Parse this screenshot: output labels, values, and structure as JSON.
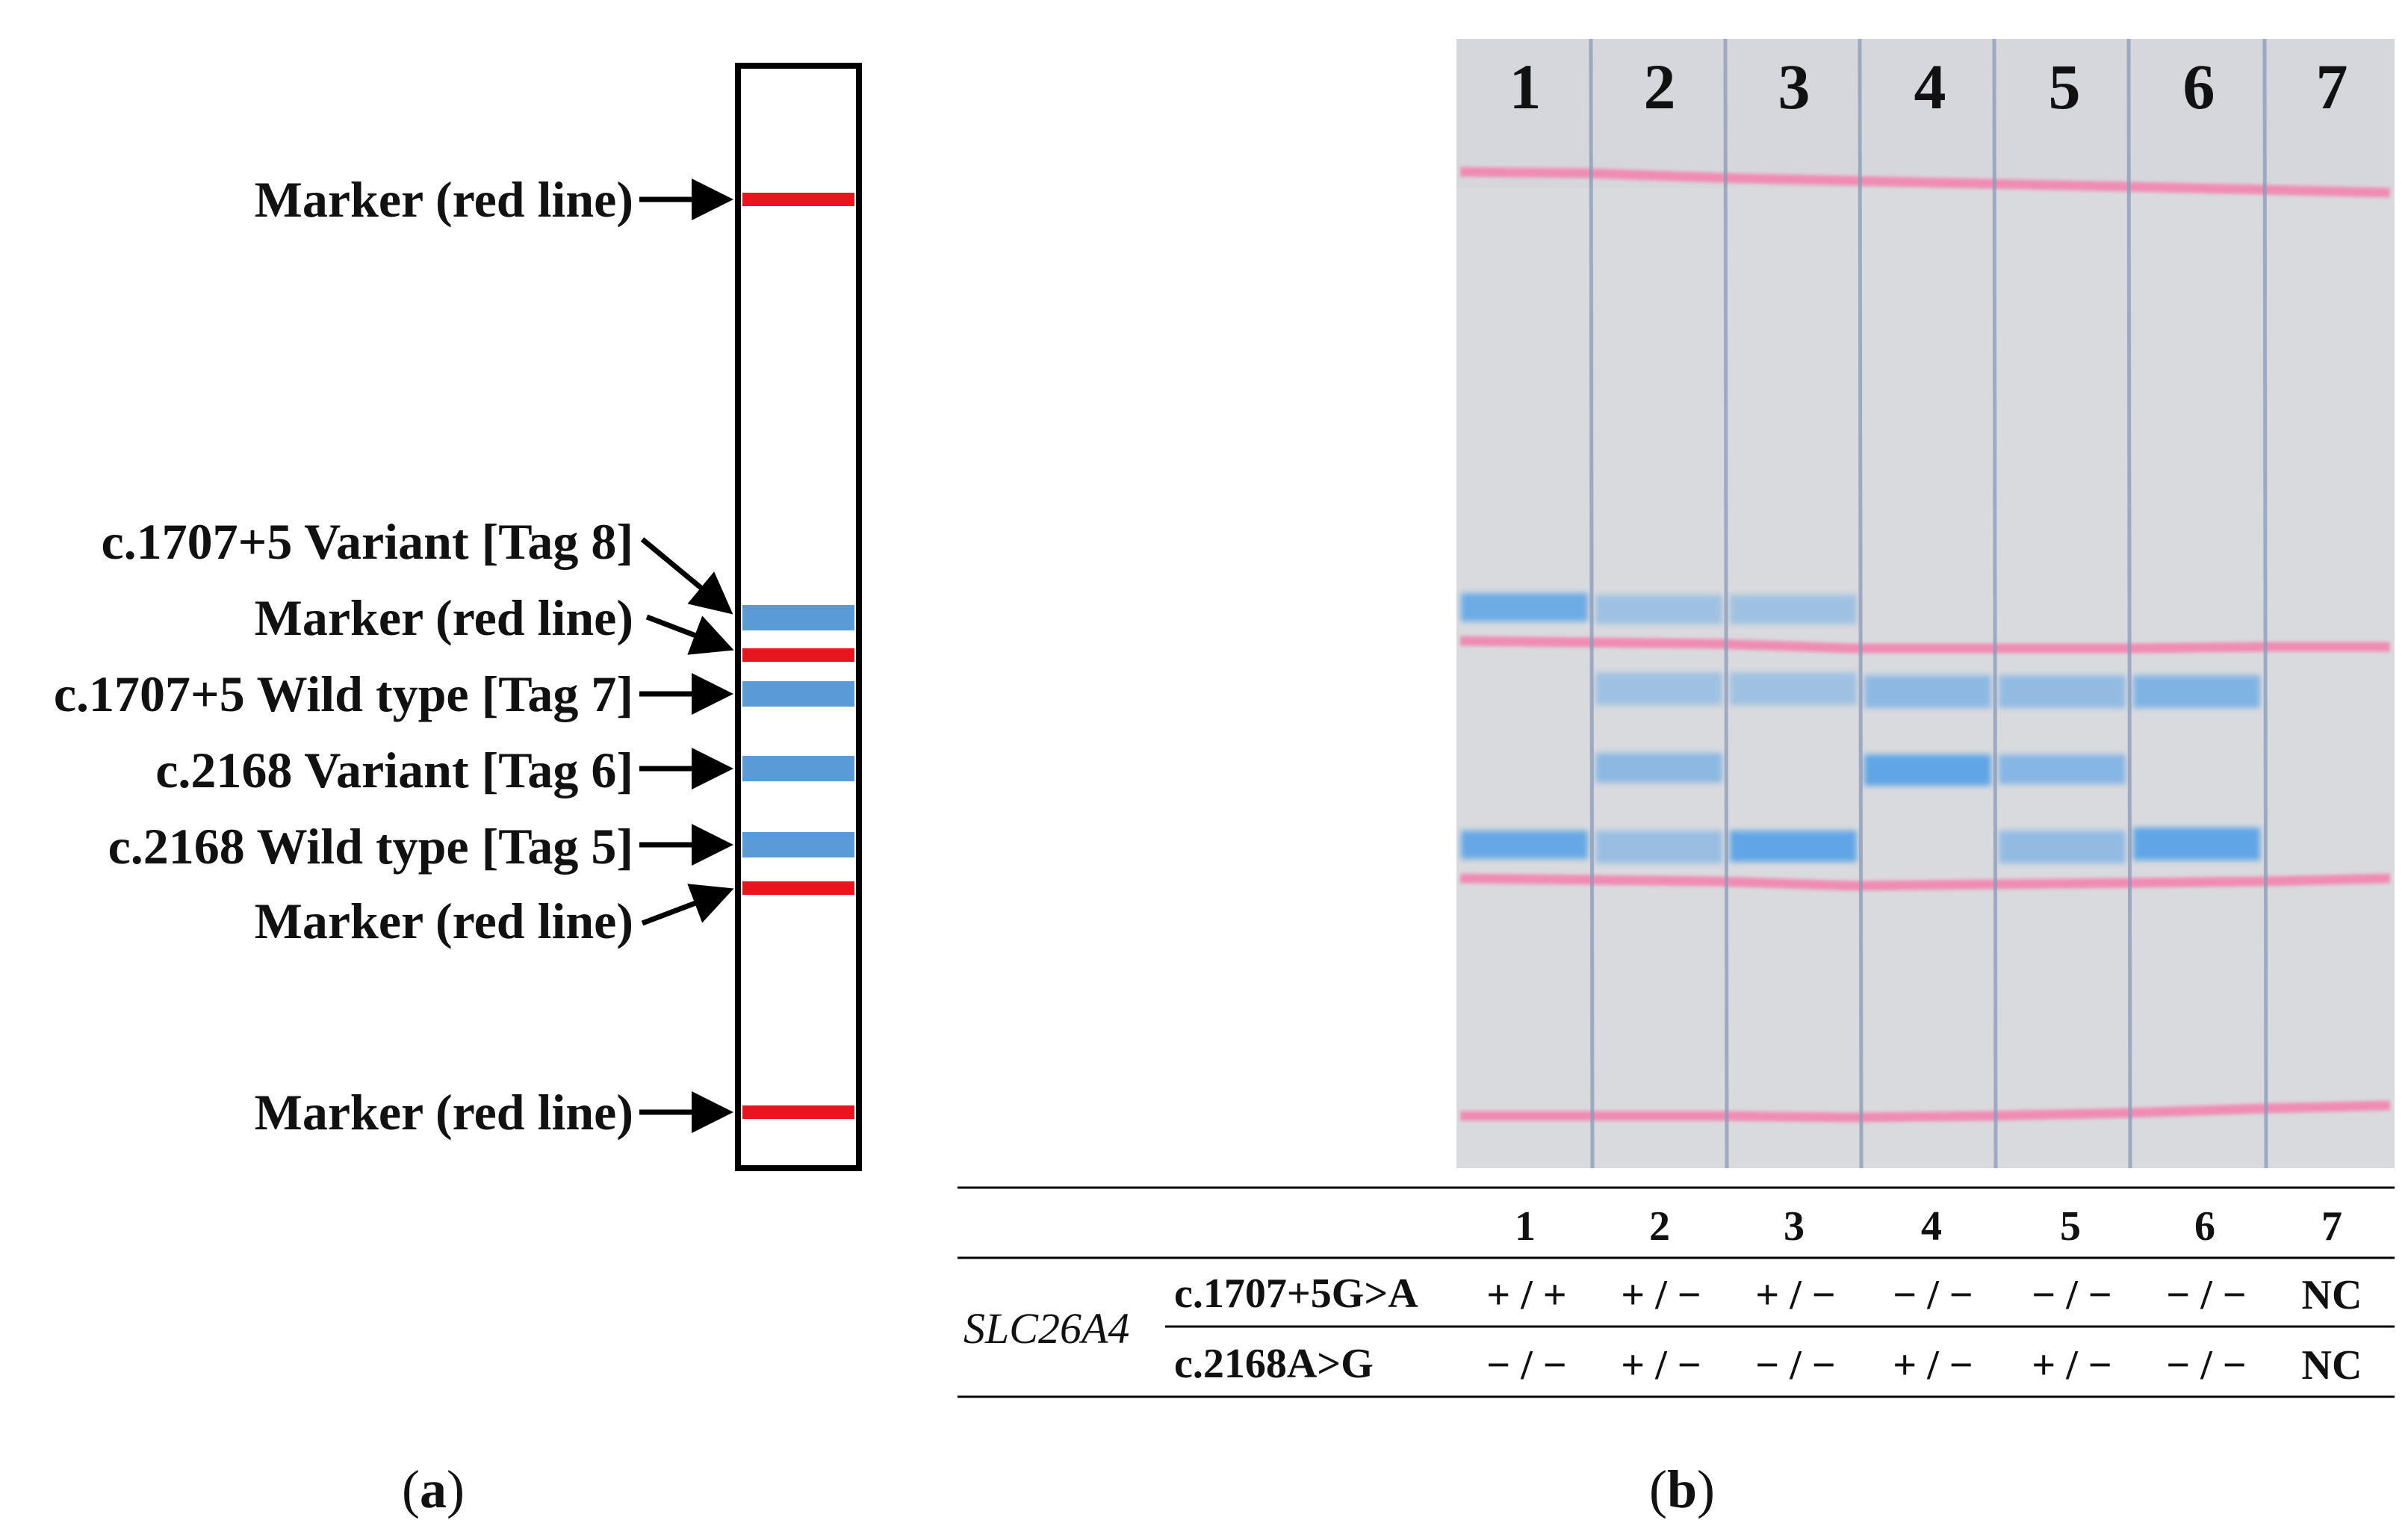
{
  "panel_a": {
    "caption_letter": "a",
    "labels": [
      "Marker (red line)",
      "c.1707+5 Variant [Tag 8]",
      "Marker (red line)",
      "c.1707+5 Wild type [Tag 7]",
      "c.2168 Variant [Tag 6]",
      "c.2168 Wild type [Tag 5]",
      "Marker (red line)",
      "Marker (red line)"
    ],
    "band_colors": {
      "marker": "#e8141e",
      "probe": "#5b9bd5"
    }
  },
  "panel_b": {
    "caption_letter": "b",
    "lane_numbers": [
      "1",
      "2",
      "3",
      "4",
      "5",
      "6",
      "7"
    ],
    "table": {
      "header": [
        "1",
        "2",
        "3",
        "4",
        "5",
        "6",
        "7"
      ],
      "gene": "SLC26A4",
      "rows": [
        {
          "variant": "c.1707+5G>A",
          "values": [
            "+ / +",
            "+ / −",
            "+ / −",
            "− / −",
            "− / −",
            "− / −",
            "NC"
          ]
        },
        {
          "variant": "c.2168A>G",
          "values": [
            "− / −",
            "+ / −",
            "− / −",
            "+ / −",
            "+ / −",
            "− / −",
            "NC"
          ]
        }
      ]
    },
    "strip_colors": {
      "background": "#d9dade",
      "marker": "#f08cb4",
      "probe": "#5aa3e6",
      "lane_divider": "#8a9ab8"
    }
  }
}
